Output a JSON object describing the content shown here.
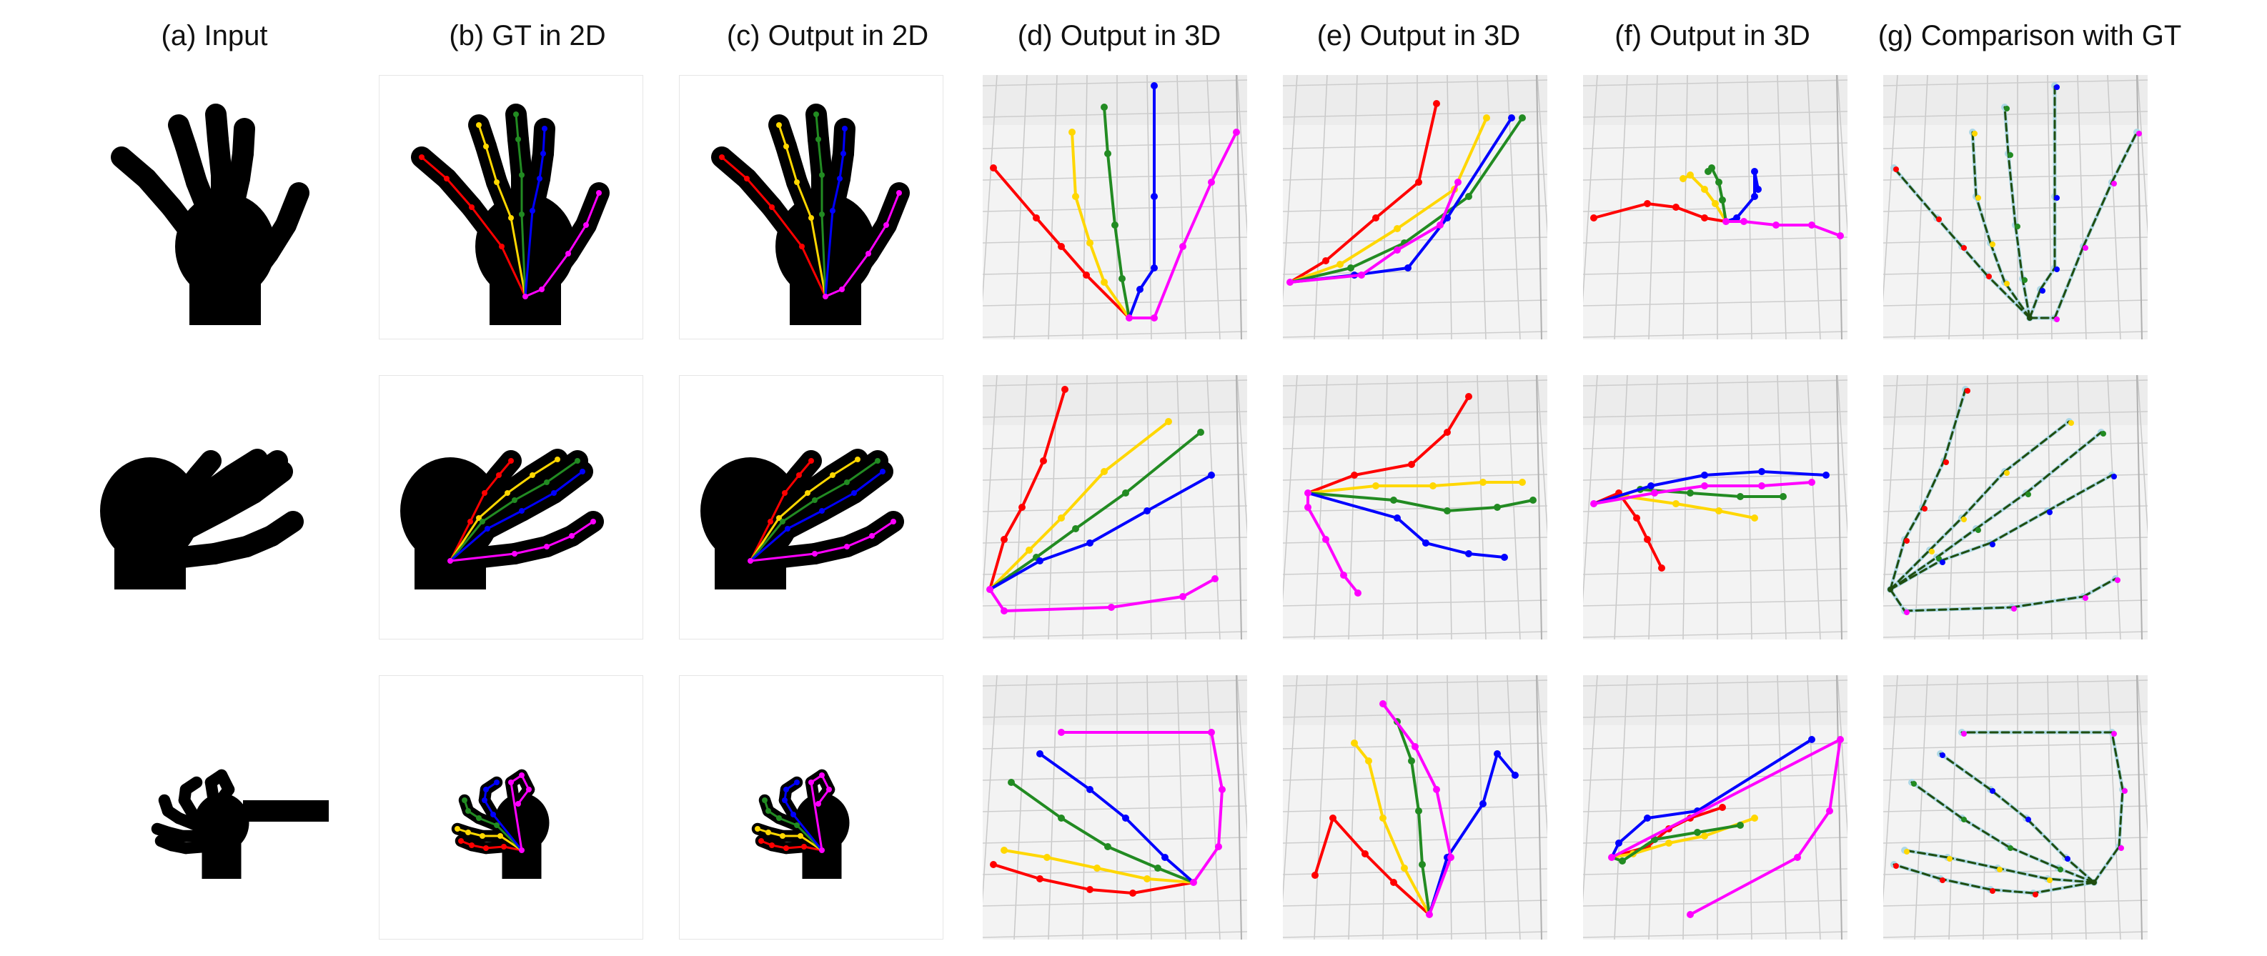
{
  "figure": {
    "columns": [
      {
        "id": "a",
        "title": "(a) Input",
        "kind": "input"
      },
      {
        "id": "b",
        "title": "(b) GT in 2D",
        "kind": "gt2d"
      },
      {
        "id": "c",
        "title": "(c) Output in 2D",
        "kind": "out2d"
      },
      {
        "id": "d",
        "title": "(d) Output in 3D",
        "kind": "out3d"
      },
      {
        "id": "e",
        "title": "(e) Output  in 3D",
        "kind": "out3d"
      },
      {
        "id": "f",
        "title": "(f) Output  in 3D",
        "kind": "out3d"
      },
      {
        "id": "g",
        "title": "(g) Comparison with GT",
        "kind": "compare"
      }
    ],
    "rows": [
      "open-hand",
      "tilted-hand",
      "closed-fist"
    ],
    "colors": {
      "thumb": "#ff0000",
      "index": "#ffd700",
      "middle": "#228b22",
      "ring": "#0000ff",
      "pinky": "#ff00ff",
      "gt_dashed": "#1f4d0f",
      "prediction": "#add8e6",
      "silhouette": "#000000"
    },
    "finger_order": [
      "thumb",
      "index",
      "middle",
      "ring",
      "pinky"
    ]
  }
}
